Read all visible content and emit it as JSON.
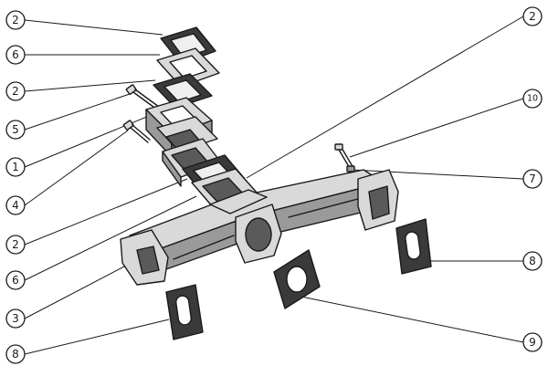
{
  "callouts": [
    {
      "id": "c-2-top",
      "label": "2"
    },
    {
      "id": "c-6-top",
      "label": "6"
    },
    {
      "id": "c-2-mid",
      "label": "2"
    },
    {
      "id": "c-5",
      "label": "5"
    },
    {
      "id": "c-1",
      "label": "1"
    },
    {
      "id": "c-4",
      "label": "4"
    },
    {
      "id": "c-2-low",
      "label": "2"
    },
    {
      "id": "c-6-low",
      "label": "6"
    },
    {
      "id": "c-3",
      "label": "3"
    },
    {
      "id": "c-8-left",
      "label": "8"
    },
    {
      "id": "c-2-right",
      "label": "2"
    },
    {
      "id": "c-10",
      "label": "10"
    },
    {
      "id": "c-7",
      "label": "7"
    },
    {
      "id": "c-8-right",
      "label": "8"
    },
    {
      "id": "c-9",
      "label": "9"
    }
  ]
}
